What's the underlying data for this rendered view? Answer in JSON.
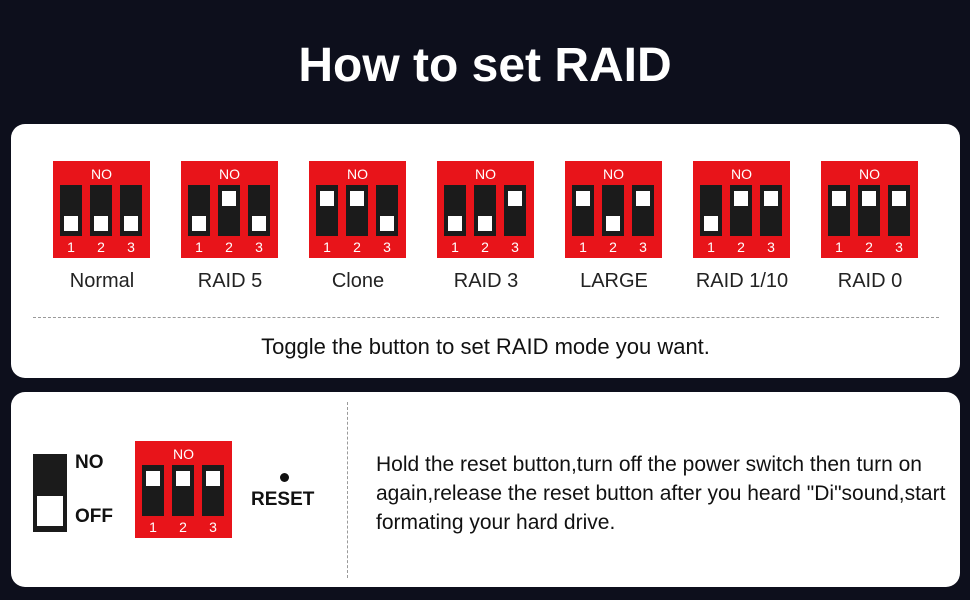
{
  "title": "How to set RAID",
  "dip": {
    "header": "NO",
    "numbers": [
      "1",
      "2",
      "3"
    ]
  },
  "modes": [
    {
      "label": "Normal",
      "switches": [
        "off",
        "off",
        "off"
      ]
    },
    {
      "label": "RAID 5",
      "switches": [
        "off",
        "on",
        "off"
      ]
    },
    {
      "label": "Clone",
      "switches": [
        "on",
        "on",
        "off"
      ]
    },
    {
      "label": "RAID 3",
      "switches": [
        "off",
        "off",
        "on"
      ]
    },
    {
      "label": "LARGE",
      "switches": [
        "on",
        "off",
        "on"
      ]
    },
    {
      "label": "RAID 1/10",
      "switches": [
        "off",
        "on",
        "on"
      ]
    },
    {
      "label": "RAID 0",
      "switches": [
        "on",
        "on",
        "on"
      ]
    }
  ],
  "instruction": "Toggle the button to set RAID mode you want.",
  "legend": {
    "on": "NO",
    "off": "OFF"
  },
  "reset_switches": [
    "on",
    "on",
    "on"
  ],
  "reset_label": "RESET",
  "reset_text": "Hold the reset button,turn off the power switch then turn on again,release the reset button after you heard \"Di\"sound,start formating your hard drive.",
  "colors": {
    "background": "#0d0f1c",
    "dip_red": "#e8141a",
    "switch_black": "#1b1b1b"
  }
}
